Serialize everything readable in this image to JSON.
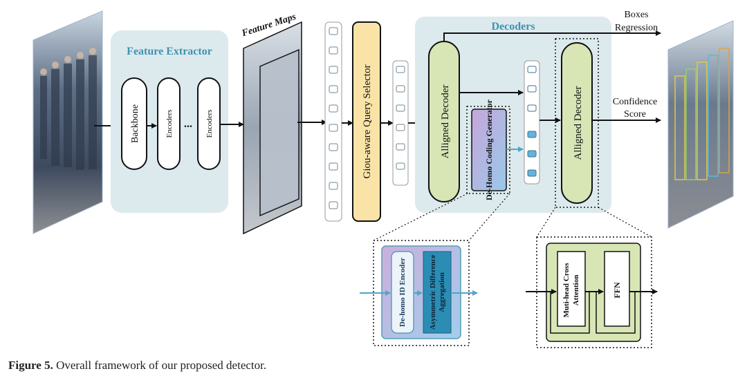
{
  "figure": {
    "caption_label": "Figure 5.",
    "caption_text": " Overall framework of our proposed detector.",
    "feature_extractor": {
      "title": "Feature Extractor",
      "backbone": "Backbone",
      "encoder1": "Encoders",
      "dots": "...",
      "encoder2": "Encoders"
    },
    "feature_maps": "Feature Maps",
    "query_selector": "Giou-aware Query Selector",
    "decoders_title": "Decoders",
    "aligned_decoder_1": "Alligned Decoder",
    "aligned_decoder_2": "Alligned Decoder",
    "dehomo_generator": "De-Homo Coding Generator",
    "outputs": {
      "boxes_line1": "Boxes",
      "boxes_line2": "Regression",
      "conf_line1": "Confidence",
      "conf_line2": "Score"
    },
    "detail_left": {
      "encoder": "De-homo ID Encoder",
      "aggregation_line1": "Asymmetric Difference",
      "aggregation_line2": "Aggregation"
    },
    "detail_right": {
      "attention_line1": "Muti-head Cross",
      "attention_line2": "Attention",
      "ffn": "FFN"
    },
    "colors": {
      "panel_blue": "#dceaee",
      "title_teal": "#3f93b0",
      "selector_yellow": "#f9e3a6",
      "decoder_green": "#d8e6b6",
      "generator_blue": "#b8d2ec",
      "arrow_cyan": "#4ea6c8"
    }
  }
}
